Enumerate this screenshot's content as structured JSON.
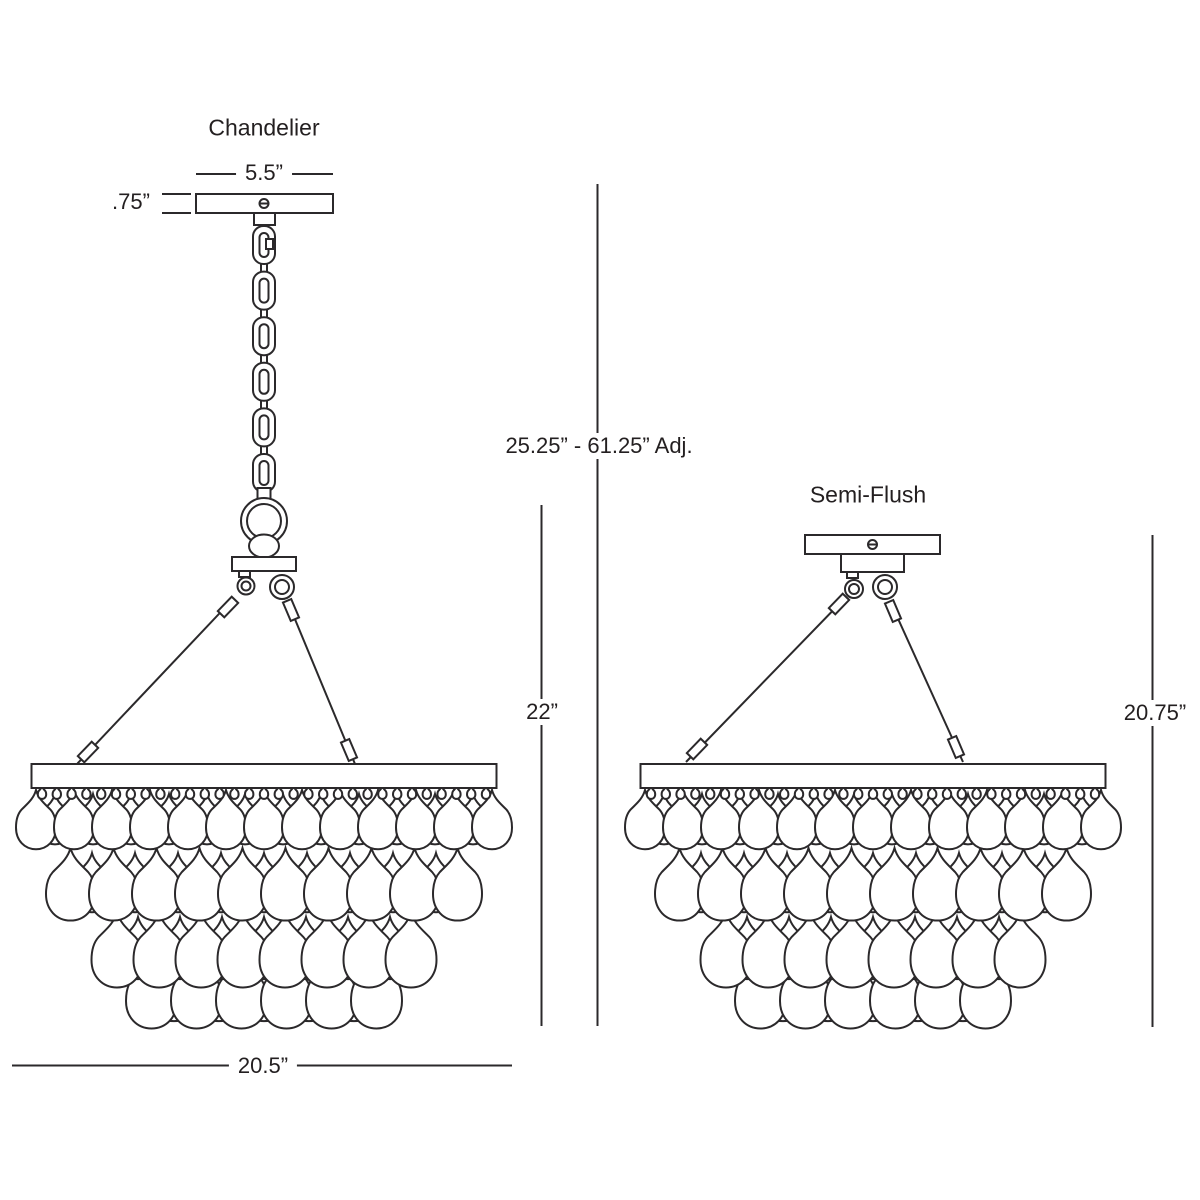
{
  "diagram": {
    "background": "#ffffff",
    "line_color": "#2b292b",
    "text_color": "#231f20",
    "chandelier": {
      "title": "Chandelier",
      "canopy_width": "5.5”",
      "canopy_height": ".75”",
      "overall_adjustable_height": "25.25” - 61.25” Adj.",
      "fixture_height": "22”",
      "fixture_width": "20.5”"
    },
    "semi_flush": {
      "title": "Semi-Flush",
      "fixture_height": "20.75”"
    }
  }
}
